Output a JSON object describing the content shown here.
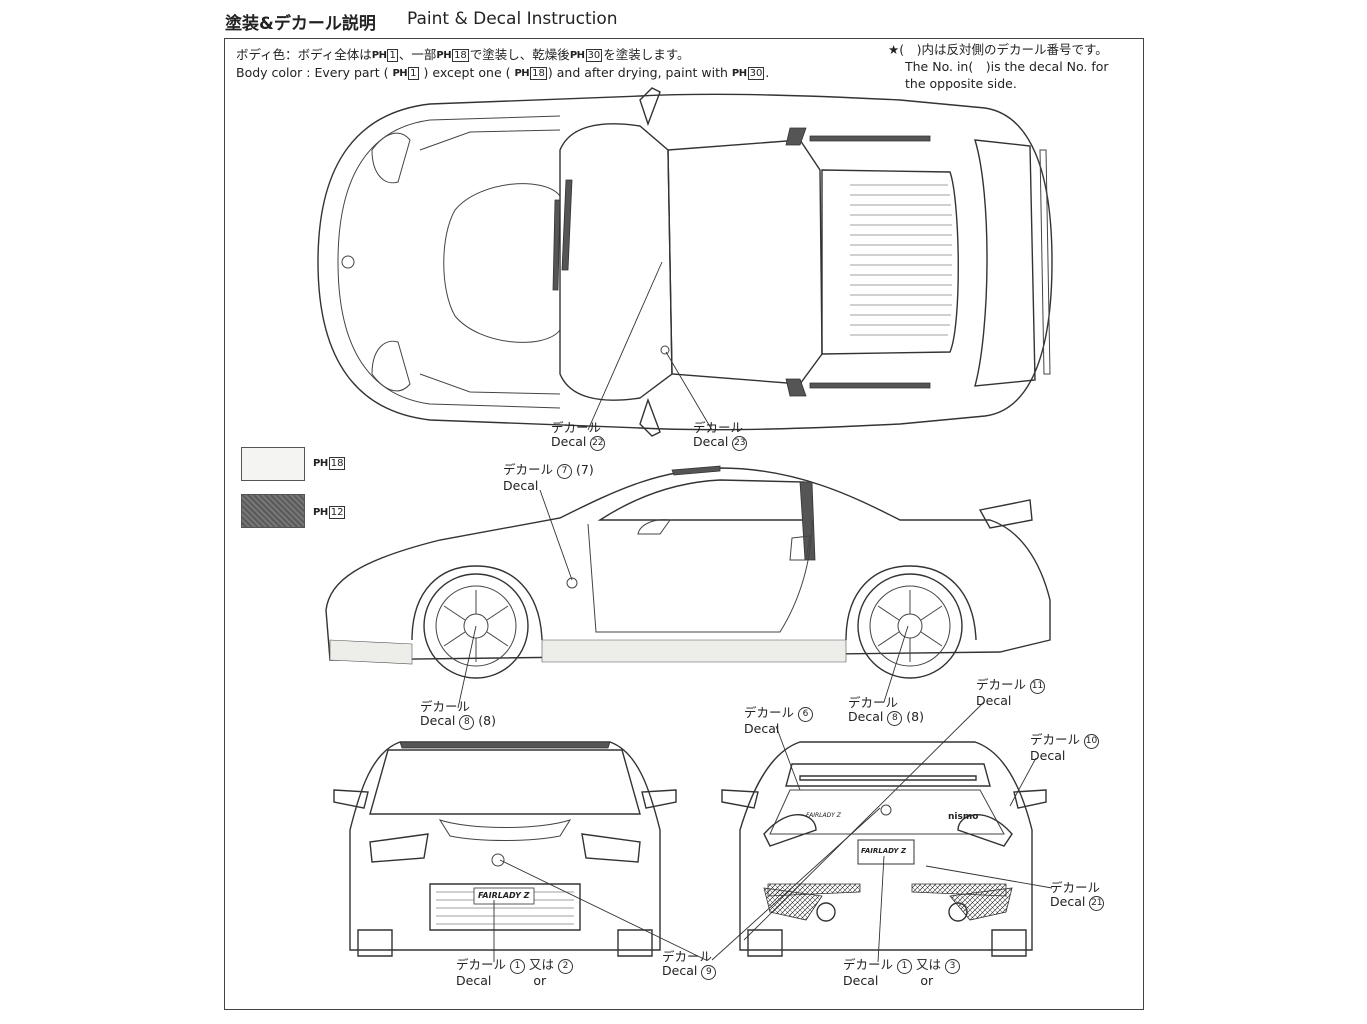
{
  "header": {
    "title_jp": "塗装&デカール説明",
    "title_en": "Paint & Decal Instruction"
  },
  "body_color": {
    "jp_prefix": "ボディ色：ボディ全体は",
    "jp_part1": "、一部",
    "jp_part2": "で塗装し、乾燥後",
    "jp_part3": "を塗装します。",
    "en_prefix": "Body color : Every part (",
    "en_part1": ") except one (",
    "en_part2": ") and after drying, paint with",
    "en_suffix": ".",
    "ph_label": "PH",
    "paint_main": "1",
    "paint_part": "18",
    "paint_after": "30"
  },
  "note": {
    "jp": "★(　)内は反対側のデカール番号です。",
    "en_line1": "The No. in(　)is the decal No. for",
    "en_line2": "the opposite side."
  },
  "legend": [
    {
      "label_prefix": "PH",
      "code": "18",
      "color": "#f4f4f2"
    },
    {
      "label_prefix": "PH",
      "code": "12",
      "color": "#666666"
    }
  ],
  "callouts": {
    "c22": {
      "jp": "デカール",
      "en": "Decal",
      "num": "22"
    },
    "c23": {
      "jp": "デカール",
      "en": "Decal",
      "num": "23"
    },
    "c7": {
      "jp": "デカール",
      "en": "Decal",
      "num": "7",
      "opp": "(7)"
    },
    "c8a": {
      "jp": "デカール",
      "en": "Decal",
      "num": "8",
      "opp": "(8)"
    },
    "c8b": {
      "jp": "デカール",
      "en": "Decal",
      "num": "8",
      "opp": "(8)"
    },
    "c11": {
      "jp": "デカール",
      "en": "Decal",
      "num": "11"
    },
    "c6": {
      "jp": "デカール",
      "en": "Decal",
      "num": "6"
    },
    "c10": {
      "jp": "デカール",
      "en": "Decal",
      "num": "10"
    },
    "c21": {
      "jp": "デカール",
      "en": "Decal",
      "num": "21"
    },
    "c9": {
      "jp": "デカール",
      "en": "Decal",
      "num": "9"
    },
    "c12": {
      "jp": "デカール",
      "en": "Decal",
      "num": "1",
      "or_jp": "又は",
      "or_en": "or",
      "alt": "2"
    },
    "c13": {
      "jp": "デカール",
      "en": "Decal",
      "num": "1",
      "or_jp": "又は",
      "or_en": "or",
      "alt": "3"
    }
  },
  "car_labels": {
    "front_plate": "FAIRLADY Z",
    "rear_plate": "FAIRLADY Z",
    "rear_badge_left": "FAIRLADY Z",
    "rear_badge_right": "nismo"
  }
}
